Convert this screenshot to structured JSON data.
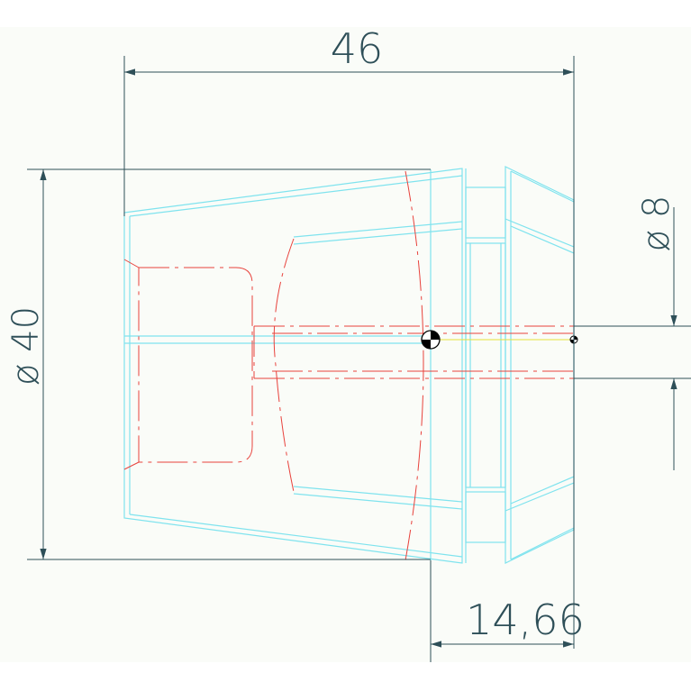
{
  "drawing": {
    "colors": {
      "dimension": "#2e4f58",
      "outline": "#7fe3ee",
      "hidden": "#e8423c",
      "centerline": "#e6e23a",
      "background": "#fafcf8"
    },
    "dimensions": {
      "overall_length": "46",
      "outer_diameter": "ø 40",
      "bore_diameter": "ø 8",
      "front_length": "14,66"
    }
  }
}
